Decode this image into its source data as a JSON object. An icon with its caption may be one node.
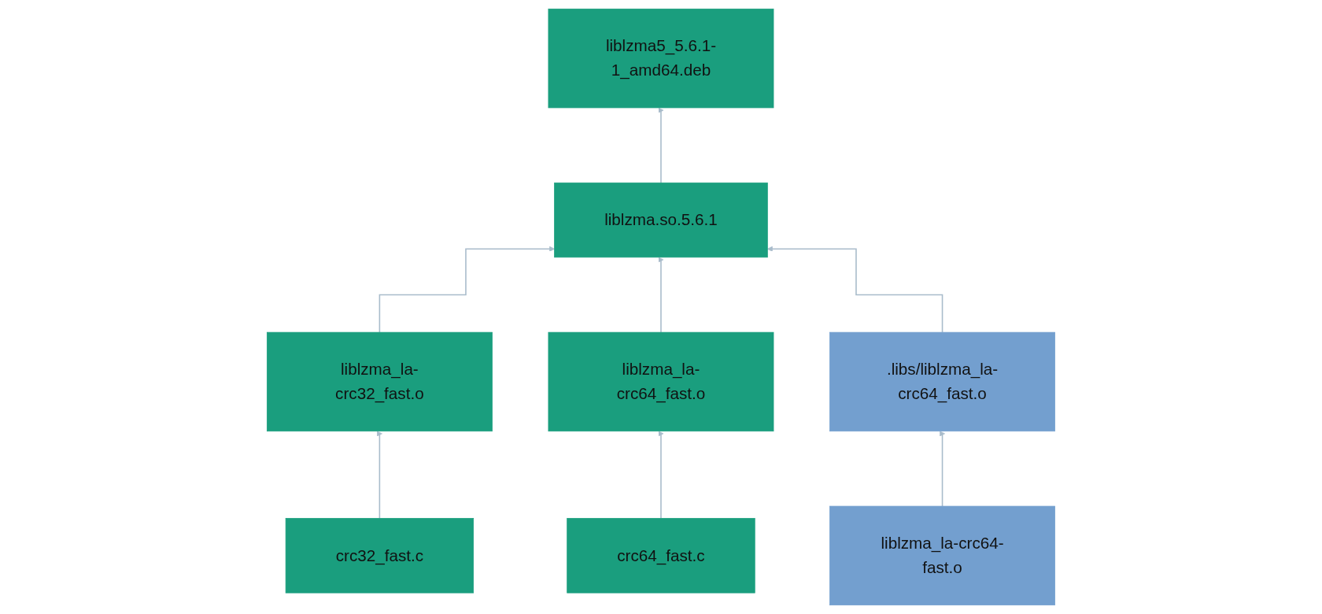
{
  "diagram": {
    "nodes": [
      {
        "text": [
          "liblzma5_5.6.1-1_amd64.deb"
        ]
      },
      {
        "text": [
          "liblzma.so.5.6.1"
        ]
      },
      {
        "text": [
          "liblzma_la-crc32_fast.o"
        ]
      },
      {
        "text": [
          "liblzma_la-crc64_fast.o"
        ]
      },
      {
        "text": [
          ".libs/liblzma_la-crc64_fast.o"
        ]
      },
      {
        "text": [
          "crc32_fast.c"
        ]
      },
      {
        "text": [
          "crc64_fast.c"
        ]
      },
      {
        "text": [
          "liblzma_la-crc64-fast.o"
        ]
      }
    ],
    "edges": [
      {
        "from": 1,
        "to": 0,
        "arrow": "to"
      },
      {
        "from": 2,
        "to": 1,
        "arrow": "to"
      },
      {
        "from": 3,
        "to": 1,
        "arrow": "to"
      },
      {
        "from": 4,
        "to": 1,
        "arrow": "to"
      },
      {
        "from": 5,
        "to": 2,
        "arrow": "to"
      },
      {
        "from": 6,
        "to": 3,
        "arrow": "to"
      },
      {
        "from": 7,
        "to": 4,
        "arrow": "to"
      }
    ]
  }
}
